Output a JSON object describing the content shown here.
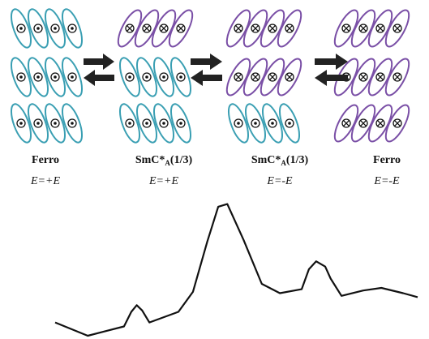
{
  "colors": {
    "blue": "#3a9fb3",
    "purple": "#7a4fa6",
    "arrow": "#222222",
    "curve": "#111111"
  },
  "panels": [
    {
      "name": "Ferro",
      "name_main": "Ferro",
      "name_sub": "",
      "name_tail": "",
      "field_var": "E",
      "field_rest": "=+E",
      "rows": [
        {
          "color": "blue",
          "sym": "dot"
        },
        {
          "color": "blue",
          "sym": "dot"
        },
        {
          "color": "blue",
          "sym": "dot"
        }
      ]
    },
    {
      "name": "SmC*A(1/3)",
      "name_main": "SmC*",
      "name_sub": "A",
      "name_tail": "(1/3)",
      "field_var": "E",
      "field_rest": "=+E",
      "rows": [
        {
          "color": "purple",
          "sym": "cross"
        },
        {
          "color": "blue",
          "sym": "dot"
        },
        {
          "color": "blue",
          "sym": "dot"
        }
      ]
    },
    {
      "name": "SmC*A(1/3)",
      "name_main": "SmC*",
      "name_sub": "A",
      "name_tail": "(1/3)",
      "field_var": "E",
      "field_rest": "=-E",
      "rows": [
        {
          "color": "purple",
          "sym": "cross"
        },
        {
          "color": "purple",
          "sym": "cross"
        },
        {
          "color": "blue",
          "sym": "dot"
        }
      ]
    },
    {
      "name": "Ferro",
      "name_main": "Ferro",
      "name_sub": "",
      "name_tail": "",
      "field_var": "E",
      "field_rest": "=-E",
      "rows": [
        {
          "color": "purple",
          "sym": "cross"
        },
        {
          "color": "purple",
          "sym": "cross"
        },
        {
          "color": "purple",
          "sym": "cross"
        }
      ]
    }
  ],
  "curve": {
    "description": "schematic response trace with two small peaks flanking a large central peak",
    "points": [
      [
        0,
        0.1
      ],
      [
        0.09,
        0.0
      ],
      [
        0.19,
        0.07
      ],
      [
        0.21,
        0.18
      ],
      [
        0.225,
        0.23
      ],
      [
        0.24,
        0.19
      ],
      [
        0.26,
        0.1
      ],
      [
        0.34,
        0.18
      ],
      [
        0.38,
        0.33
      ],
      [
        0.42,
        0.71
      ],
      [
        0.45,
        0.97
      ],
      [
        0.475,
        0.99
      ],
      [
        0.52,
        0.72
      ],
      [
        0.57,
        0.39
      ],
      [
        0.62,
        0.32
      ],
      [
        0.68,
        0.35
      ],
      [
        0.7,
        0.5
      ],
      [
        0.72,
        0.56
      ],
      [
        0.745,
        0.52
      ],
      [
        0.76,
        0.43
      ],
      [
        0.79,
        0.3
      ],
      [
        0.85,
        0.34
      ],
      [
        0.9,
        0.36
      ],
      [
        0.96,
        0.32
      ],
      [
        1.0,
        0.29
      ]
    ]
  }
}
